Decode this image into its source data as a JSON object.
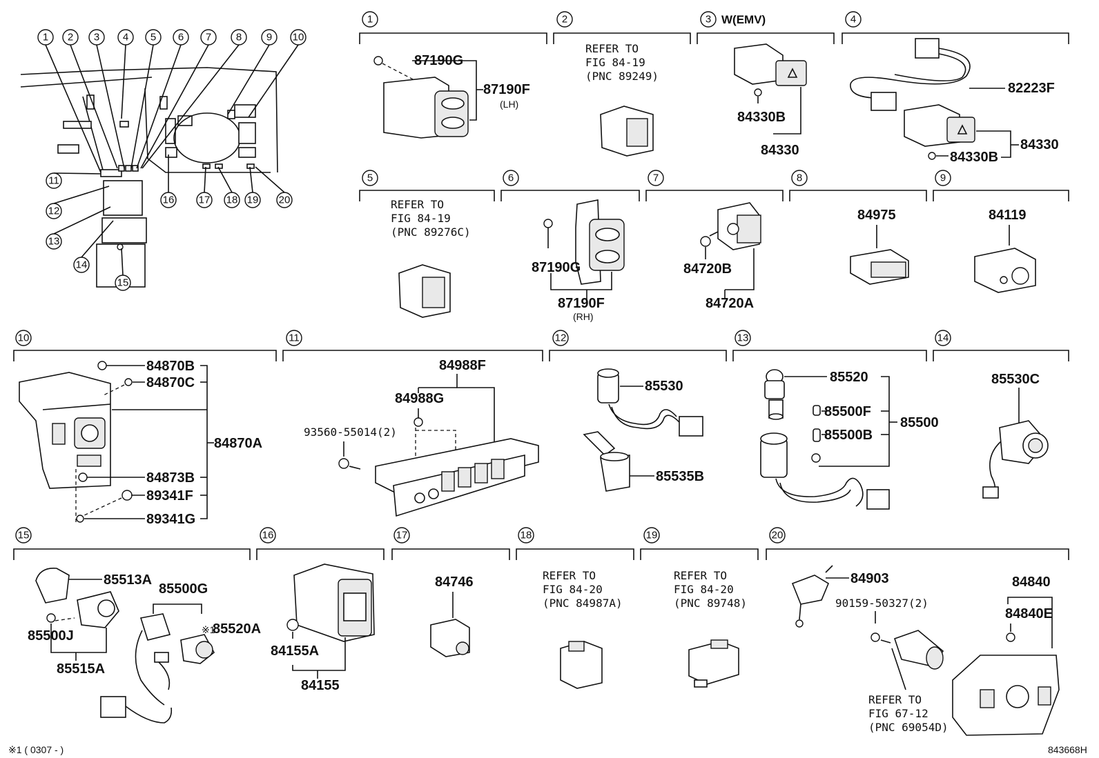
{
  "overview": {
    "callouts": [
      "1",
      "2",
      "3",
      "4",
      "5",
      "6",
      "7",
      "8",
      "9",
      "10",
      "11",
      "12",
      "13",
      "14",
      "15",
      "16",
      "17",
      "18",
      "19",
      "20"
    ]
  },
  "sections": {
    "s1": {
      "num": "1",
      "p1": "87190G",
      "p2": "87190F",
      "p2_note": "(LH)"
    },
    "s2": {
      "num": "2",
      "ref1": "REFER TO",
      "ref2": "FIG 84-19",
      "ref3": "(PNC 89249)"
    },
    "s3": {
      "num": "3",
      "tag": "W(EMV)",
      "p1": "84330B",
      "p2": "84330"
    },
    "s4": {
      "num": "4",
      "p1": "82223F",
      "p2": "84330",
      "p3": "84330B"
    },
    "s5": {
      "num": "5",
      "ref1": "REFER TO",
      "ref2": "FIG 84-19",
      "ref3": "(PNC 89276C)"
    },
    "s6": {
      "num": "6",
      "p1": "87190G",
      "p2": "87190F",
      "p2_note": "(RH)"
    },
    "s7": {
      "num": "7",
      "p1": "84720B",
      "p2": "84720A"
    },
    "s8": {
      "num": "8",
      "p1": "84975"
    },
    "s9": {
      "num": "9",
      "p1": "84119"
    },
    "s10": {
      "num": "10",
      "p1": "84870B",
      "p2": "84870C",
      "p3": "84870A",
      "p4": "84873B",
      "p5": "89341F",
      "p6": "89341G"
    },
    "s11": {
      "num": "11",
      "p1": "84988F",
      "p2": "84988G",
      "p3": "93560-55014(2)"
    },
    "s12": {
      "num": "12",
      "p1": "85530",
      "p2": "85535B"
    },
    "s13": {
      "num": "13",
      "p1": "85520",
      "p2": "85500F",
      "p3": "85500B",
      "p4": "85500"
    },
    "s14": {
      "num": "14",
      "p1": "85530C"
    },
    "s15": {
      "num": "15",
      "p1": "85513A",
      "p2": "85500G",
      "p3_mark": "※1",
      "p3": "85520A",
      "p4": "85500J",
      "p5": "85515A"
    },
    "s16": {
      "num": "16",
      "p1": "84155A",
      "p2": "84155"
    },
    "s17": {
      "num": "17",
      "p1": "84746"
    },
    "s18": {
      "num": "18",
      "ref1": "REFER TO",
      "ref2": "FIG 84-20",
      "ref3": "(PNC 84987A)"
    },
    "s19": {
      "num": "19",
      "ref1": "REFER TO",
      "ref2": "FIG 84-20",
      "ref3": "(PNC 89748)"
    },
    "s20": {
      "num": "20",
      "p1": "84903",
      "p2": "90159-50327(2)",
      "p3": "84840",
      "p4": "84840E",
      "ref1": "REFER TO",
      "ref2": "FIG 67-12",
      "ref3": "(PNC 69054D)"
    }
  },
  "footnote": "※1 ( 0307 -        )",
  "diagram_id": "843668H"
}
